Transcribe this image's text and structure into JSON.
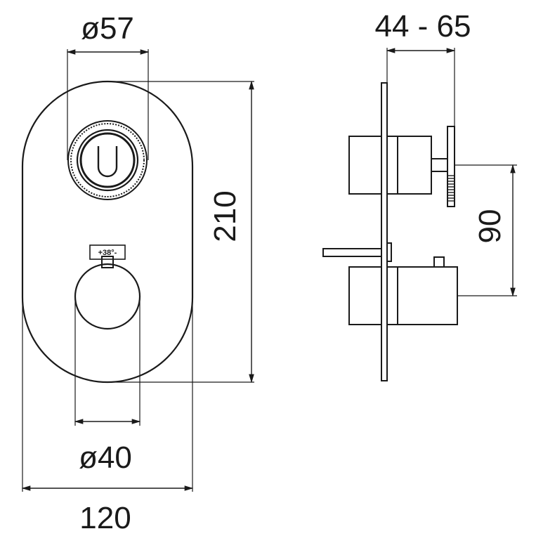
{
  "dimensions": {
    "dial_diameter": "ø57",
    "depth_range": "44 - 65",
    "height": "210",
    "handle_spacing": "90",
    "knob_diameter": "ø40",
    "width": "120"
  },
  "labels": {
    "temperature_mark": "+38°-"
  },
  "colors": {
    "line": "#1a1a1a",
    "background": "#ffffff"
  }
}
